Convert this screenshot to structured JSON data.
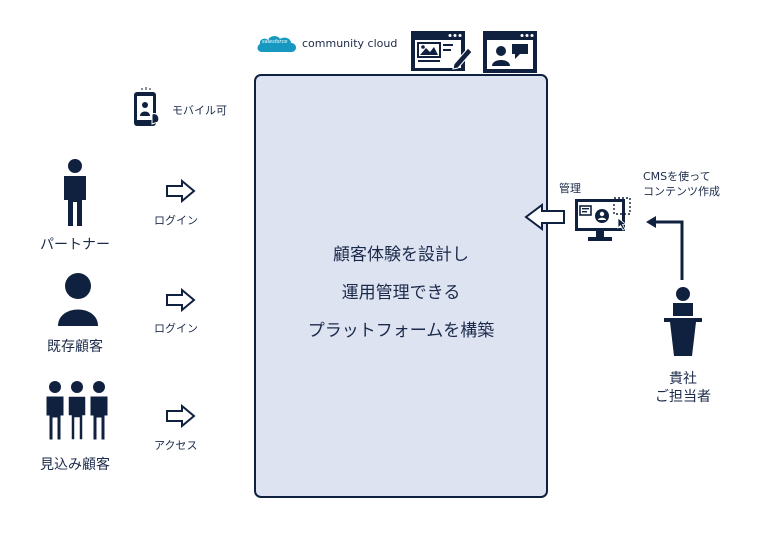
{
  "brand": {
    "salesforce_logo_text": "salesforce",
    "product_name": "community cloud",
    "logo_color": "#1798c1"
  },
  "platform": {
    "line1": "顧客体験を設計し",
    "line2": "運用管理できる",
    "line3": "プラットフォームを構築",
    "background_color": "#dde3f1",
    "border_color": "#10213f"
  },
  "mobile": {
    "icon": "smartphone-icon",
    "label": "モバイル可"
  },
  "personas": [
    {
      "icon": "person-icon",
      "label": "パートナー",
      "action": "ログイン",
      "arrow": "right-arrow-icon"
    },
    {
      "icon": "user-icon",
      "label": "既存顧客",
      "action": "ログイン",
      "arrow": "right-arrow-icon"
    },
    {
      "icon": "group-icon",
      "label": "見込み顧客",
      "action": "アクセス",
      "arrow": "right-arrow-icon"
    }
  ],
  "admin": {
    "manage_label": "管理",
    "cms_line1": "CMSを使って",
    "cms_line2": "コンテンツ作成",
    "owner_line1": "貴社",
    "owner_line2": "ご担当者",
    "monitor_icon": "monitor-icon",
    "presenter_icon": "presenter-icon"
  },
  "top_icons": [
    "web-editor-icon",
    "web-profile-icon"
  ],
  "colors": {
    "navy": "#10213f",
    "text": "#1b2a4a"
  }
}
